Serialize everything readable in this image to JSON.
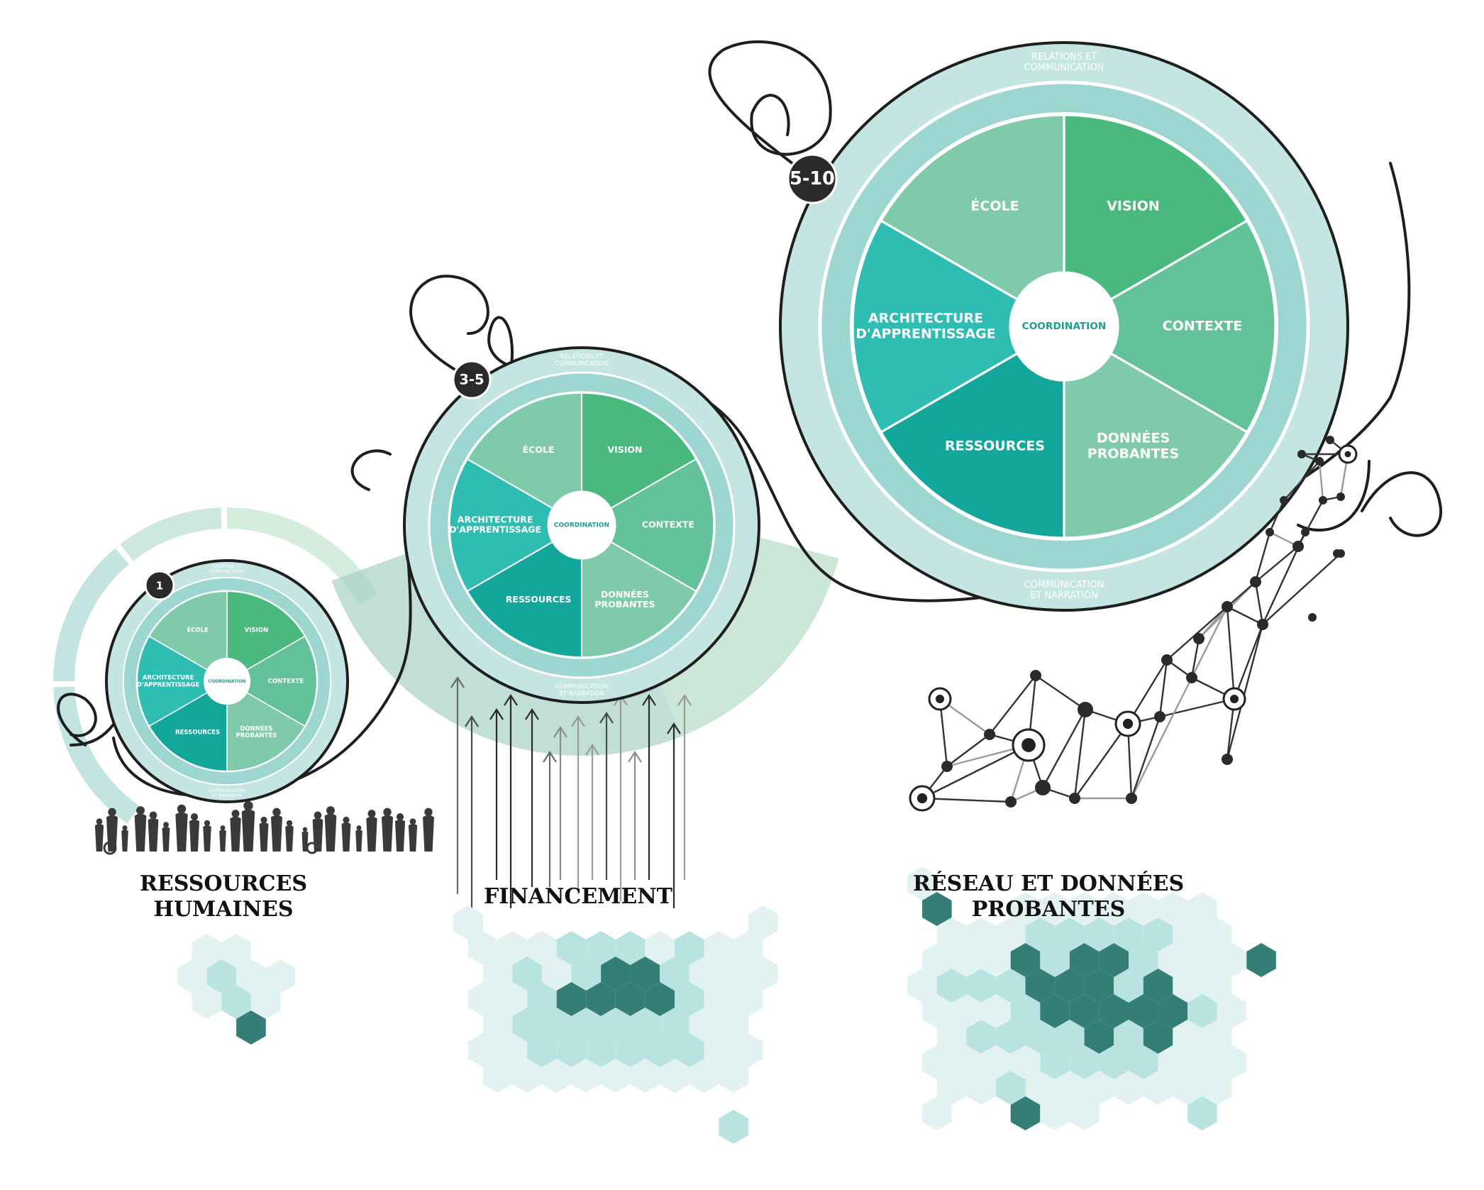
{
  "colors": {
    "outer_ring": "#c4e5e2",
    "band": "#9dd6d0",
    "dark_hex": "#357e78",
    "mid_hex": "#b9e3e0",
    "light_hex": "#e1f2f1",
    "line": "#1e1e1e",
    "badge": "#2a2a2a"
  },
  "wheels": [
    {
      "badge": "1",
      "center_label": "COORDINATION",
      "ring_top": [
        "RELATIONS ET",
        "COMMUNICATION"
      ],
      "ring_bottom": [
        "COMMUNICATION",
        "ET NARRATION"
      ],
      "segments": [
        {
          "label": [
            "VISION"
          ],
          "color": "#49b97e"
        },
        {
          "label": [
            "CONTEXTE"
          ],
          "color": "#63c29a"
        },
        {
          "label": [
            "DONNÉES",
            "PROBANTES"
          ],
          "color": "#7ecaaa"
        },
        {
          "label": [
            "RESSOURCES"
          ],
          "color": "#13a79b"
        },
        {
          "label": [
            "ARCHITECTURE",
            "D'APPRENTISSAGE"
          ],
          "color": "#2fbcb2"
        },
        {
          "label": [
            "ÉCOLE"
          ],
          "color": "#7ecaaa"
        }
      ]
    },
    {
      "badge": "3-5",
      "center_label": "COORDINATION",
      "ring_top": [
        "RELATIONS ET",
        "COMMUNICATION"
      ],
      "ring_bottom": [
        "COMMUNICATION",
        "ET NARRATION"
      ],
      "segments": [
        {
          "label": [
            "VISION"
          ],
          "color": "#49b97e"
        },
        {
          "label": [
            "CONTEXTE"
          ],
          "color": "#63c29a"
        },
        {
          "label": [
            "DONNÉES",
            "PROBANTES"
          ],
          "color": "#7ecaaa"
        },
        {
          "label": [
            "RESSOURCES"
          ],
          "color": "#13a79b"
        },
        {
          "label": [
            "ARCHITECTURE",
            "D'APPRENTISSAGE"
          ],
          "color": "#2fbcb2"
        },
        {
          "label": [
            "ÉCOLE"
          ],
          "color": "#7ecaaa"
        }
      ]
    },
    {
      "badge": "5-10",
      "center_label": "COORDINATION",
      "ring_top": [
        "RELATIONS ET",
        "COMMUNICATION"
      ],
      "ring_bottom": [
        "COMMUNICATION",
        "ET NARRATION"
      ],
      "segments": [
        {
          "label": [
            "VISION"
          ],
          "color": "#49b97e"
        },
        {
          "label": [
            "CONTEXTE"
          ],
          "color": "#63c29a"
        },
        {
          "label": [
            "DONNÉES",
            "PROBANTES"
          ],
          "color": "#7ecaaa"
        },
        {
          "label": [
            "RESSOURCES"
          ],
          "color": "#13a79b"
        },
        {
          "label": [
            "ARCHITECTURE",
            "D'APPRENTISSAGE"
          ],
          "color": "#2fbcb2"
        },
        {
          "label": [
            "ÉCOLE"
          ],
          "color": "#7ecaaa"
        }
      ]
    }
  ],
  "captions": {
    "ressources": [
      "RESSOURCES",
      "HUMAINES"
    ],
    "financement": [
      "FINANCEMENT"
    ],
    "reseau": [
      "RÉSEAU ET DONNÉES",
      "PROBANTES"
    ]
  }
}
